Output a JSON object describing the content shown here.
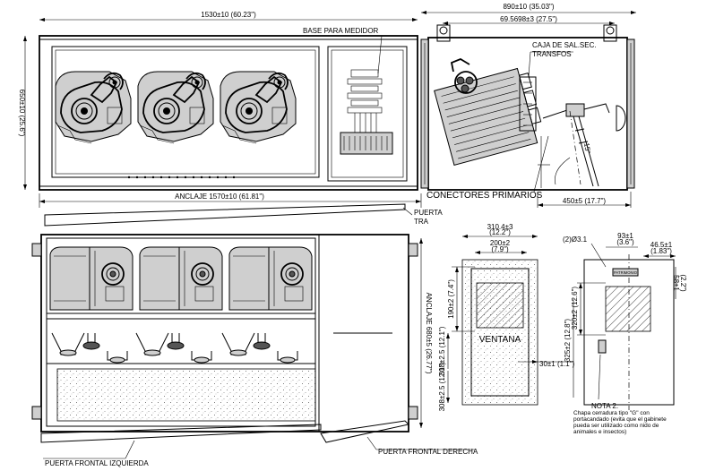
{
  "front_view": {
    "width_dim": "1530±10 (60.23\")",
    "height_dim": "650±10 (25.6\")",
    "meter_base_label": "BASE PARA MEDIDOR",
    "anchor_dim": "ANCLAJE 1570±10 (61.81\")"
  },
  "side_view": {
    "width_dim": "890±10 (35.03\")",
    "inner_dim": "69.5698±3 (27.5\")",
    "secondary_box_label_1": "CAJA DE SAL.SEC.",
    "secondary_box_label_2": "TRANSFOS",
    "primary_connectors_label": "CONECTORES PRIMARIOS",
    "angle_label": "15°",
    "base_dim": "450±5 (17.7\")"
  },
  "top_view": {
    "rear_door_label_1": "PUERTA",
    "rear_door_label_2": "TRA",
    "anchor_dim": "ANCLAJE 680±5 (26.77\")",
    "left_door_label": "PUERTA FRONTAL IZQUIERDA",
    "right_door_label": "PUERTA FRONTAL DERECHA"
  },
  "door_detail": {
    "outer_width_dim": "310.4±3",
    "outer_width_in": "(12.2\")",
    "inner_width_dim": "200±2",
    "inner_width_in": "(7.9\")",
    "window_height_dim": "190±2 (7.4\")",
    "window_label": "VENTANA",
    "mid_height_dim": "308±2.5 (12.1\")",
    "bottom_height_dim": "30±1 (1.1\")",
    "lower_height_dim": "308±2.5 (12.1\")"
  },
  "cabinet_detail": {
    "hole_label": "(2)Ø3.1",
    "top_dim": "93±1",
    "top_dim_in": "(3.6\")",
    "right_dim": "46.5±1",
    "right_dim_in": "(1.83\")",
    "plate_label": "PATRIMONIO",
    "window_height_dim": "320±2 (12.6\")",
    "side_dim": "58±1",
    "side_dim_in": "(2.2\")",
    "lower_dim": "325±2 (12.8\")",
    "note_title": "NOTA 2:",
    "note_line_1": "Chapa cerradura tipo \"G\" con",
    "note_line_2": "portacandado (evita que el gabinete",
    "note_line_3": "pueda ser utilizado como nido de",
    "note_line_4": "animales e insectos)"
  }
}
